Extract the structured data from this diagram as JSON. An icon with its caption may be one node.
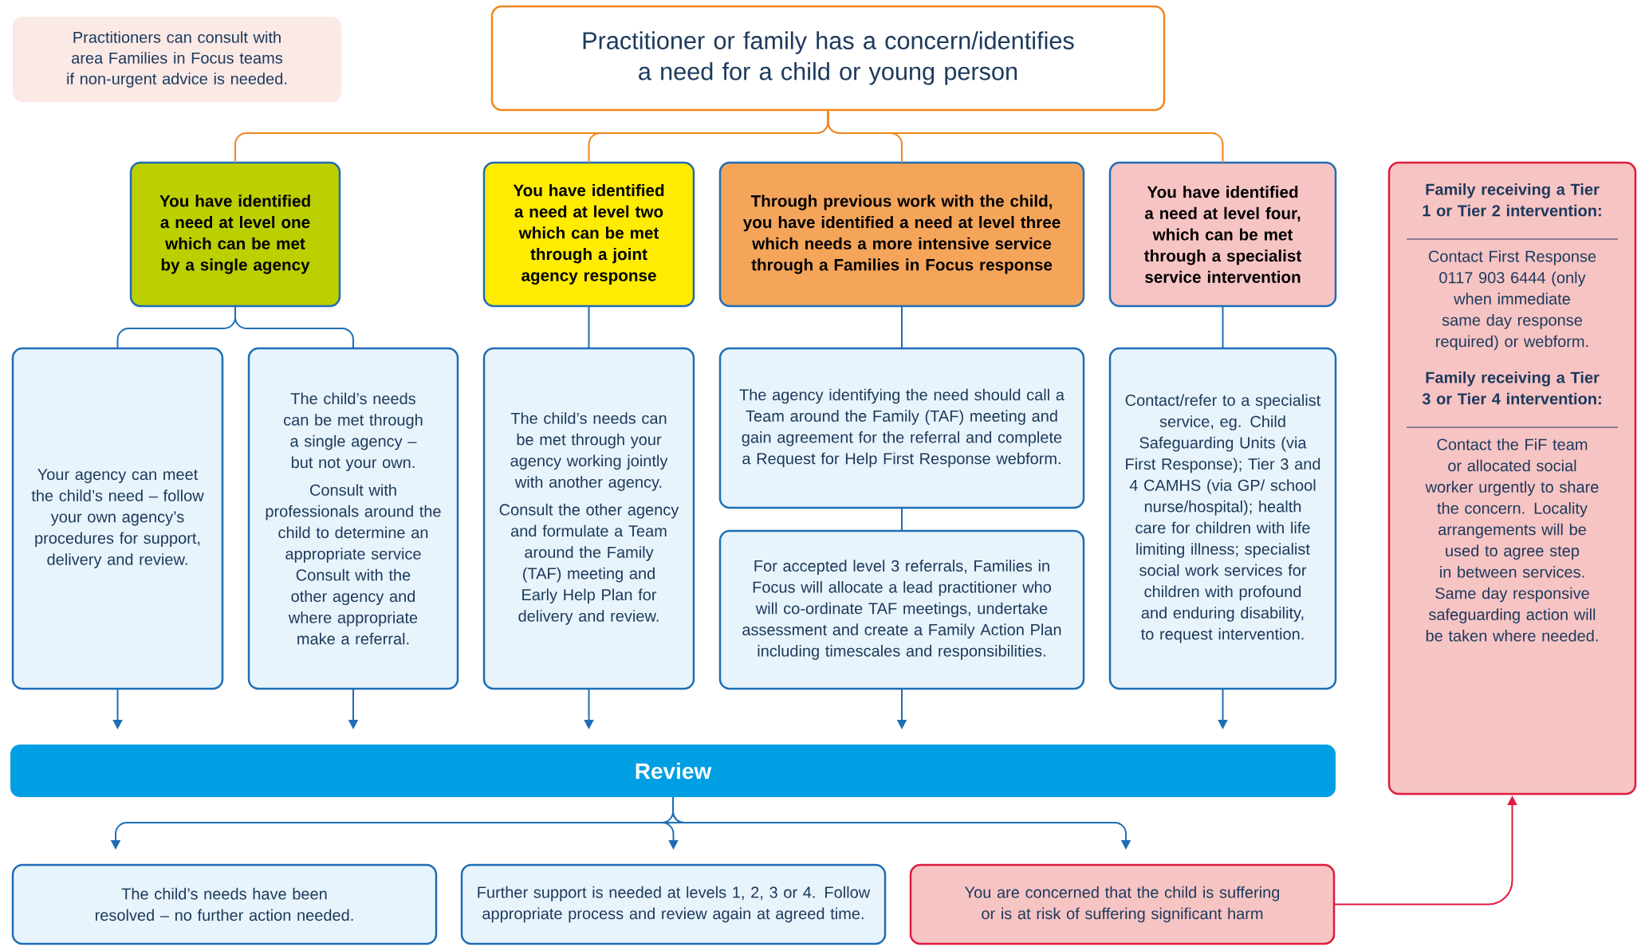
{
  "diagram": {
    "nodes": [
      {
        "text": [
          "Practitioners can consult with area Families in Focus teams if non-urgent advice is needed."
        ]
      },
      {
        "text": [
          "Practitioner or family has a concern/identifies a need for a child or young person"
        ]
      },
      {
        "text": [
          "You have identified a need at level one which can be met by a single agency"
        ]
      },
      {
        "text": [
          "You have identified a need at level two which can be met through a joint agency response"
        ]
      },
      {
        "text": [
          "Through previous work with the child, you have identified a need at level three which needs a more intensive service through a Families in Focus response"
        ]
      },
      {
        "text": [
          "You have identified a need at level four, which can be met through a specialist service intervention"
        ]
      },
      {
        "text": [
          "Family receiving a Tier 1 or Tier 2 intervention:",
          "Contact First Response 0117 903 6444 (only when immediate same day response required) or webform.",
          "Family receiving a Tier 3 or Tier 4 intervention:",
          "Contact the FiF team or allocated social worker urgently to share the concern. Locality arrangements will be used to agree step in between services. Same day responsive safeguarding action will be taken where needed."
        ]
      },
      {
        "text": [
          "Your agency can meet the child’s need – follow your own agency’s procedures for support, delivery and review."
        ]
      },
      {
        "text": [
          "The child’s needs can be met through a single agency – but not your own.",
          "Consult with professionals around the child to determine an appropriate service Consult with the other agency and where appropriate make a referral."
        ]
      },
      {
        "text": [
          "The child’s needs can be met through your agency working jointly with another agency.",
          "Consult the other agency and formulate a Team around the Family (TAF) meeting and Early Help Plan for delivery and review."
        ]
      },
      {
        "text": [
          "The agency identifying the need should call a Team around the Family (TAF) meeting and gain agreement for the referral and complete a Request for Help First Response webform."
        ]
      },
      {
        "text": [
          "For accepted level 3 referrals, Families in Focus will allocate a lead practitioner who will co-ordinate TAF meetings, undertake assessment and create a Family Action Plan including timescales and responsibilities."
        ]
      },
      {
        "text": [
          "Contact/refer to a specialist service, eg. Child Safeguarding Units (via First Response); Tier 3 and 4 CAMHS (via GP/ school nurse/hospital); health care for children with life limiting illness; specialist social work services for children with profound and enduring disability, to request intervention."
        ]
      },
      {
        "text": [
          "Review"
        ]
      },
      {
        "text": [
          "The child’s needs have been resolved – no further action needed."
        ]
      },
      {
        "text": [
          "Further support is needed at levels 1, 2, 3 or 4. Follow appropriate process and review again at agreed time."
        ]
      },
      {
        "text": [
          "You are concerned that the child is suffering or is at risk of suffering significant harm"
        ]
      }
    ],
    "edges": [
      {
        "from": 1,
        "to": 2,
        "arrow": "none",
        "color": "#f0861e"
      },
      {
        "from": 1,
        "to": 3,
        "arrow": "none",
        "color": "#f0861e"
      },
      {
        "from": 1,
        "to": 4,
        "arrow": "none",
        "color": "#f0861e"
      },
      {
        "from": 1,
        "to": 5,
        "arrow": "none",
        "color": "#f0861e"
      },
      {
        "from": 2,
        "to": 7,
        "arrow": "none"
      },
      {
        "from": 2,
        "to": 8,
        "arrow": "none"
      },
      {
        "from": 3,
        "to": 9,
        "arrow": "none"
      },
      {
        "from": 4,
        "to": 10,
        "arrow": "none"
      },
      {
        "from": 10,
        "to": 11,
        "arrow": "none"
      },
      {
        "from": 5,
        "to": 12,
        "arrow": "none"
      },
      {
        "from": 7,
        "to": 13,
        "arrow": "to"
      },
      {
        "from": 8,
        "to": 13,
        "arrow": "to"
      },
      {
        "from": 9,
        "to": 13,
        "arrow": "to"
      },
      {
        "from": 11,
        "to": 13,
        "arrow": "to"
      },
      {
        "from": 12,
        "to": 13,
        "arrow": "to"
      },
      {
        "from": 13,
        "to": 14,
        "arrow": "to"
      },
      {
        "from": 13,
        "to": 15,
        "arrow": "to"
      },
      {
        "from": 13,
        "to": 16,
        "arrow": "to"
      },
      {
        "from": 16,
        "to": 6,
        "arrow": "to",
        "color": "#e0193c"
      }
    ]
  }
}
